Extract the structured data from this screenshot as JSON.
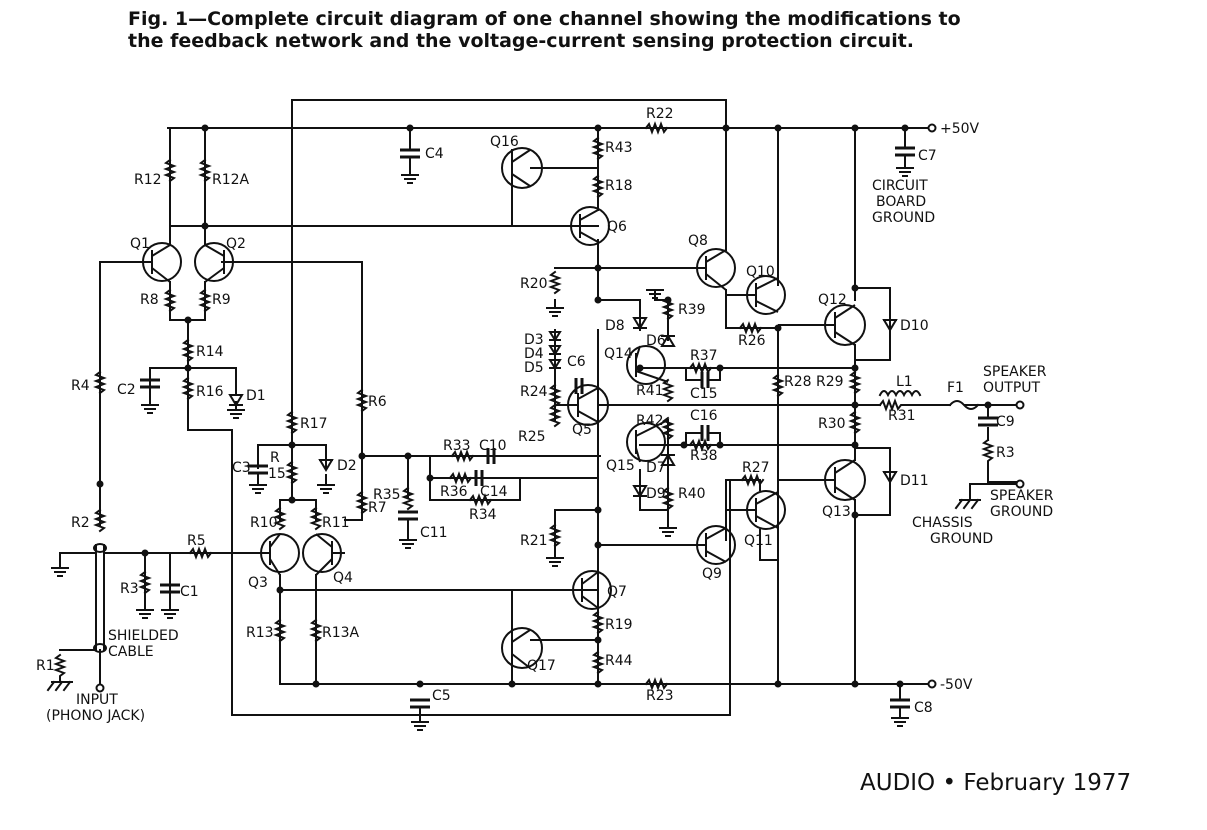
{
  "caption": {
    "line1": "Fig. 1—Complete circuit diagram of one channel showing the modifications to",
    "line2": "the feedback network and the voltage-current sensing protection circuit."
  },
  "footer": {
    "publication": "AUDIO",
    "separator": "•",
    "date": "February 1977"
  },
  "labels": {
    "R1": "R1",
    "R2": "R2",
    "R3": "R3",
    "R4": "R4",
    "R5": "R5",
    "R6": "R6",
    "R7": "R7",
    "R8": "R8",
    "R9": "R9",
    "R10": "R10",
    "R11": "R11",
    "R12": "R12",
    "R12A": "R12A",
    "R13": "R13",
    "R13A": "R13A",
    "R14": "R14",
    "R15_a": "R",
    "R15_b": "15",
    "R16": "R16",
    "R17": "R17",
    "R18": "R18",
    "R19": "R19",
    "R20": "R20",
    "R21": "R21",
    "R22": "R22",
    "R23": "R23",
    "R24": "R24",
    "R25": "R25",
    "R26": "R26",
    "R27": "R27",
    "R28": "R28",
    "R29": "R29",
    "R30": "R30",
    "R31": "R31",
    "R33": "R33",
    "R34": "R34",
    "R35": "R35",
    "R36": "R36",
    "R37": "R37",
    "R38": "R38",
    "R39": "R39",
    "R40": "R40",
    "R41": "R41",
    "R42": "R42",
    "R43": "R43",
    "R44": "R44",
    "R3b": "R3",
    "C1": "C1",
    "C2": "C2",
    "C3": "C3",
    "C4": "C4",
    "C5": "C5",
    "C6": "C6",
    "C7": "C7",
    "C8": "C8",
    "C9": "C9",
    "C10": "C10",
    "C11": "C11",
    "C14": "C14",
    "C15": "C15",
    "C16": "C16",
    "D1": "D1",
    "D2": "D2",
    "D3": "D3",
    "D4": "D4",
    "D5": "D5",
    "D6": "D6",
    "D7": "D7",
    "D8": "D8",
    "D9": "D9",
    "D10": "D10",
    "D11": "D11",
    "Q1": "Q1",
    "Q2": "Q2",
    "Q3": "Q3",
    "Q4": "Q4",
    "Q5": "Q5",
    "Q6": "Q6",
    "Q7": "Q7",
    "Q8": "Q8",
    "Q9": "Q9",
    "Q10": "Q10",
    "Q11": "Q11",
    "Q12": "Q12",
    "Q13": "Q13",
    "Q14": "Q14",
    "Q15": "Q15",
    "Q16": "Q16",
    "Q17": "Q17",
    "L1": "L1",
    "F1": "F1",
    "plus_supply": "+50V",
    "minus_supply": "-50V",
    "circuit_board_ground": [
      "CIRCUIT",
      "BOARD",
      "GROUND"
    ],
    "chassis_ground": [
      "CHASSIS",
      "GROUND"
    ],
    "speaker_output": [
      "SPEAKER",
      "OUTPUT"
    ],
    "speaker_ground": [
      "SPEAKER",
      "GROUND"
    ],
    "shielded_cable": [
      "SHIELDED",
      "CABLE"
    ],
    "input": [
      "INPUT",
      "(PHONO JACK)"
    ]
  }
}
